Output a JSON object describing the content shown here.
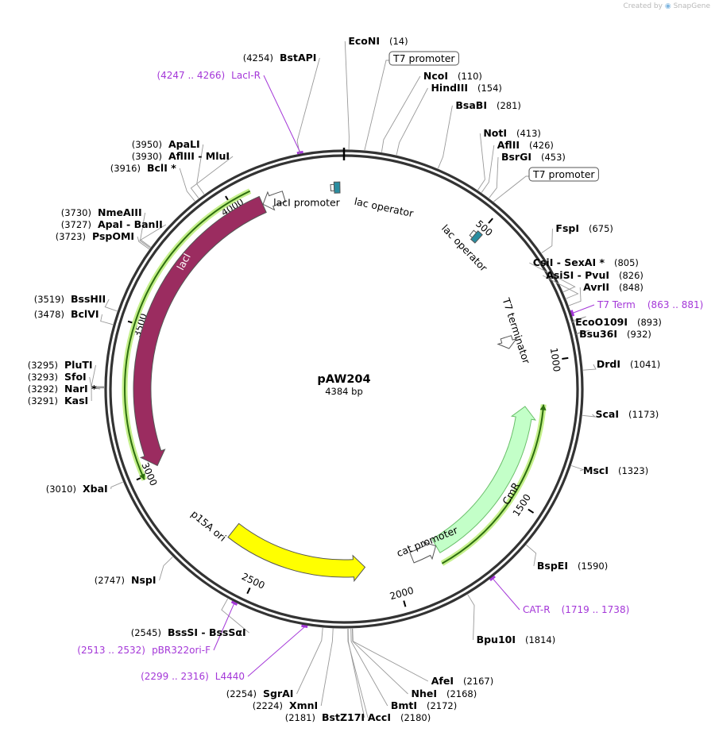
{
  "watermark": {
    "prefix": "Created by",
    "brand": "SnapGene"
  },
  "plasmid": {
    "name": "pAW204",
    "size_label": "4384 bp",
    "length": 4384
  },
  "ticks": [
    "500",
    "1000",
    "1500",
    "2000",
    "2500",
    "3000",
    "3500",
    "4000"
  ],
  "features": [
    {
      "name": "lacI",
      "label": "lacI",
      "color": "#9b2c60",
      "start": 3016,
      "end": 4095,
      "direction": "reverse"
    },
    {
      "name": "lacI promoter",
      "label": "lacI promoter",
      "color": "#ffffff",
      "start": 4096,
      "end": 4173,
      "direction": "reverse"
    },
    {
      "name": "lac operator",
      "label": "lac operator",
      "color": "#2a8da0",
      "start": 4350,
      "end": 4370,
      "direction": "forward"
    },
    {
      "name": "lac operator",
      "label": "lac operator",
      "color": "#2a8da0",
      "start": 490,
      "end": 510,
      "direction": "forward"
    },
    {
      "name": "T7 terminator",
      "label": "T7 terminator",
      "color": "#ffffff",
      "start": 880,
      "end": 928,
      "direction": "forward"
    },
    {
      "name": "CmR",
      "label": "CmR",
      "color": "#c3ffc8",
      "start": 1163,
      "end": 1822,
      "direction": "reverse"
    },
    {
      "name": "cat promoter",
      "label": "cat promoter",
      "color": "#ffffff",
      "start": 1823,
      "end": 1925,
      "direction": "reverse"
    },
    {
      "name": "p15A ori",
      "label": "p15A ori",
      "color": "#ffff00",
      "start": 2110,
      "end": 2655,
      "direction": "reverse"
    }
  ],
  "sites": [
    {
      "name": "EcoNI",
      "pos": "(14)"
    },
    {
      "name": "T7 promoter",
      "boxed": true
    },
    {
      "name": "NcoI",
      "pos": "(110)"
    },
    {
      "name": "HindIII",
      "pos": "(154)"
    },
    {
      "name": "BsaBI",
      "pos": "(281)"
    },
    {
      "name": "NotI",
      "pos": "(413)"
    },
    {
      "name": "AflII",
      "pos": "(426)"
    },
    {
      "name": "BsrGI",
      "pos": "(453)"
    },
    {
      "name": "T7 promoter",
      "boxed": true
    },
    {
      "name": "FspI",
      "pos": "(675)"
    },
    {
      "name": "CsiI - SexAI *",
      "pos": "(805)"
    },
    {
      "name": "AsiSI - PvuI",
      "pos": "(826)"
    },
    {
      "name": "AvrII",
      "pos": "(848)"
    },
    {
      "name": "EcoO109I",
      "pos": "(893)"
    },
    {
      "name": "Bsu36I",
      "pos": "(932)"
    },
    {
      "name": "DrdI",
      "pos": "(1041)"
    },
    {
      "name": "ScaI",
      "pos": "(1173)"
    },
    {
      "name": "MscI",
      "pos": "(1323)"
    },
    {
      "name": "BspEI",
      "pos": "(1590)"
    },
    {
      "name": "Bpu10I",
      "pos": "(1814)"
    },
    {
      "name": "AfeI",
      "pos": "(2167)"
    },
    {
      "name": "NheI",
      "pos": "(2168)"
    },
    {
      "name": "BmtI",
      "pos": "(2172)"
    },
    {
      "name": "AccI",
      "pos": "(2180)"
    },
    {
      "name": "BstZ17I",
      "pos": "(2181)"
    },
    {
      "name": "XmnI",
      "pos": "(2224)"
    },
    {
      "name": "SgrAI",
      "pos": "(2254)"
    },
    {
      "name": "BssSI - BssSαI",
      "pos": "(2545)"
    },
    {
      "name": "NspI",
      "pos": "(2747)"
    },
    {
      "name": "XbaI",
      "pos": "(3010)"
    },
    {
      "name": "KasI",
      "pos": "(3291)"
    },
    {
      "name": "NarI *",
      "pos": "(3292)"
    },
    {
      "name": "SfoI",
      "pos": "(3293)"
    },
    {
      "name": "PluTI",
      "pos": "(3295)"
    },
    {
      "name": "BclVI",
      "pos": "(3478)"
    },
    {
      "name": "BssHII",
      "pos": "(3519)"
    },
    {
      "name": "PspOMI",
      "pos": "(3723)"
    },
    {
      "name": "ApaI - BanII",
      "pos": "(3727)"
    },
    {
      "name": "NmeAIII",
      "pos": "(3730)"
    },
    {
      "name": "BclI *",
      "pos": "(3916)"
    },
    {
      "name": "AflIII - MluI",
      "pos": "(3930)"
    },
    {
      "name": "ApaLI",
      "pos": "(3950)"
    },
    {
      "name": "BstAPI",
      "pos": "(4254)"
    }
  ],
  "primers": [
    {
      "name": "LacI-R",
      "range": "(4247 .. 4266)"
    },
    {
      "name": "T7 Term",
      "range": "(863 .. 881)"
    },
    {
      "name": "CAT-R",
      "range": "(1719 .. 1738)"
    },
    {
      "name": "L4440",
      "range": "(2299 .. 2316)"
    },
    {
      "name": "pBR322ori-F",
      "range": "(2513 .. 2532)"
    }
  ],
  "colors": {
    "backbone": "#333333",
    "primer": "#a437d8",
    "orf_highlight": "#c5f08c",
    "orf_line": "#2d6e0f"
  }
}
